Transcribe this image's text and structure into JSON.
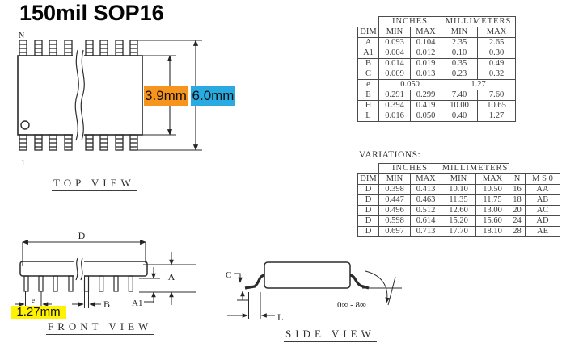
{
  "title": "150mil SOP16",
  "colors": {
    "orange": "#F7941E",
    "blue": "#29ABE2",
    "yellow": "#FFF200"
  },
  "annotations": {
    "body_width": "3.9mm",
    "lead_span": "6.0mm",
    "pitch": "1.27mm"
  },
  "views": {
    "top": {
      "caption": "TOP VIEW",
      "pin_n": "N",
      "pin_1": "1"
    },
    "front": {
      "caption": "FRONT VIEW",
      "dim_d": "D",
      "dim_e": "e",
      "dim_b": "B",
      "dim_a": "A",
      "dim_a1": "A1"
    },
    "side": {
      "caption": "SIDE VIEW",
      "dim_c": "C",
      "dim_l": "L",
      "angle": "0∞ - 8∞"
    }
  },
  "dim_table": {
    "col_inches": "INCHES",
    "col_mm": "MILLIMETERS",
    "h_dim": "DIM",
    "h_min": "MIN",
    "h_max": "MAX",
    "rows": [
      [
        "A",
        "0.093",
        "0.104",
        "2.35",
        "2.65"
      ],
      [
        "A1",
        "0.004",
        "0.012",
        "0.10",
        "0.30"
      ],
      [
        "B",
        "0.014",
        "0.019",
        "0.35",
        "0.49"
      ],
      [
        "C",
        "0.009",
        "0.013",
        "0.23",
        "0.32"
      ],
      [
        "e",
        {
          "t": "0.050",
          "span": 2
        },
        {
          "t": "1.27",
          "span": 2
        }
      ],
      [
        "E",
        "0.291",
        "0.299",
        "7.40",
        "7.60"
      ],
      [
        "H",
        "0.394",
        "0.419",
        "10.00",
        "10.65"
      ],
      [
        "L",
        "0.016",
        "0.050",
        "0.40",
        "1.27"
      ]
    ]
  },
  "variations_table": {
    "label": "VARIATIONS:",
    "col_inches": "INCHES",
    "col_mm": "MILLIMETERS",
    "h_dim": "DIM",
    "h_min": "MIN",
    "h_max": "MAX",
    "h_n": "N",
    "h_ms": "M S 0",
    "rows": [
      [
        "D",
        "0.398",
        "0.413",
        "10.10",
        "10.50",
        "16",
        "AA"
      ],
      [
        "D",
        "0.447",
        "0.463",
        "11.35",
        "11.75",
        "18",
        "AB"
      ],
      [
        "D",
        "0.496",
        "0.512",
        "12.60",
        "13.00",
        "20",
        "AC"
      ],
      [
        "D",
        "0.598",
        "0.614",
        "15.20",
        "15.60",
        "24",
        "AD"
      ],
      [
        "D",
        "0.697",
        "0.713",
        "17.70",
        "18.10",
        "28",
        "AE"
      ]
    ]
  }
}
